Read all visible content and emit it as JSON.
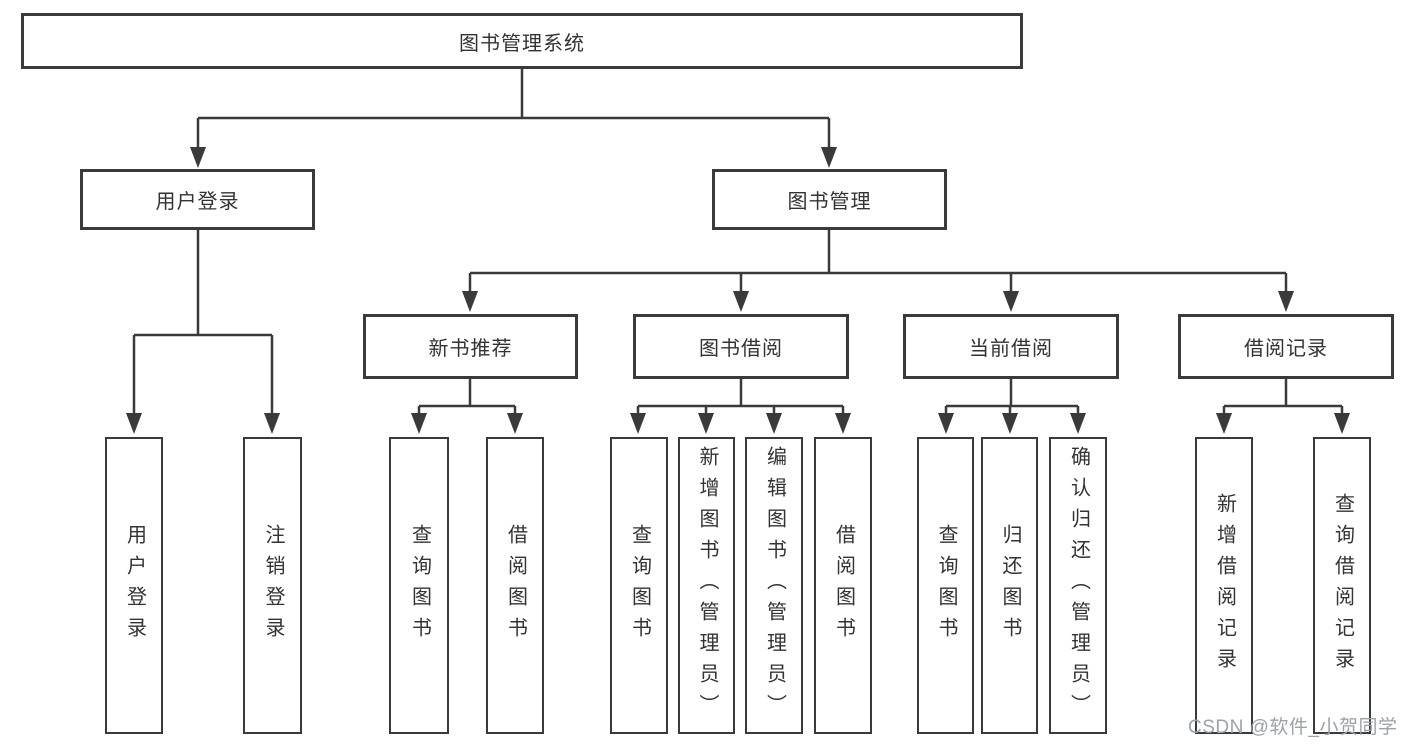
{
  "diagram": {
    "root": "图书管理系统",
    "children": [
      {
        "label": "用户登录",
        "children": [
          "用户登录",
          "注销登录"
        ]
      },
      {
        "label": "图书管理",
        "children": [
          {
            "label": "新书推荐",
            "children": [
              "查询图书",
              "借阅图书"
            ]
          },
          {
            "label": "图书借阅",
            "children": [
              "查询图书",
              "新增图书（管理员）",
              "编辑图书（管理员）",
              "借阅图书"
            ]
          },
          {
            "label": "当前借阅",
            "children": [
              "查询图书",
              "归还图书",
              "确认归还（管理员）"
            ]
          },
          {
            "label": "借阅记录",
            "children": [
              "新增借阅记录",
              "查询借阅记录"
            ]
          }
        ]
      }
    ]
  },
  "watermark": {
    "text": "CSDN @软件_小贺同学"
  },
  "colors": {
    "line": "#3a3a3a",
    "box_border": "#3a3a3a",
    "text": "#333333",
    "watermark_text": "#9aa2aa",
    "background": "#ffffff"
  }
}
